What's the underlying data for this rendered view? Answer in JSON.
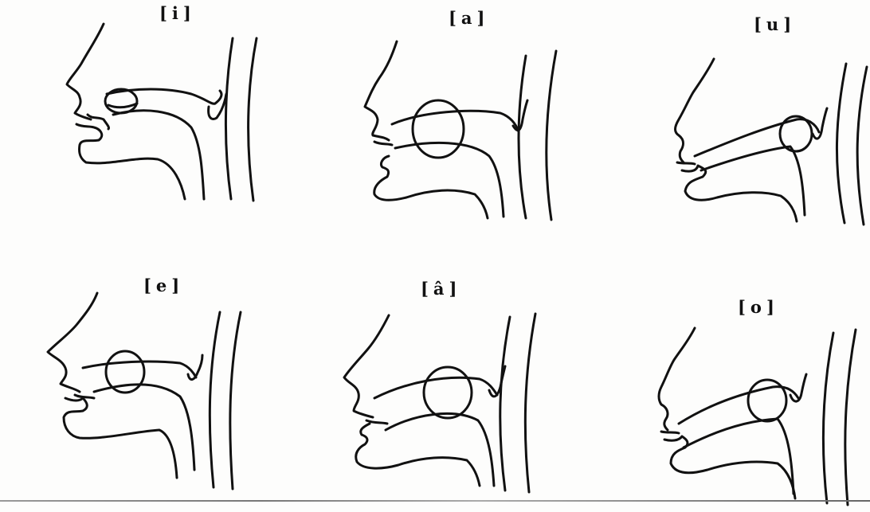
{
  "vowels": [
    {
      "symbol": "[i]"
    },
    {
      "symbol": "[a]"
    },
    {
      "symbol": "[u]"
    },
    {
      "symbol": "[e]"
    },
    {
      "symbol": "[â]"
    },
    {
      "symbol": "[o]"
    }
  ],
  "colors": {
    "ink": "#111111",
    "paper": "#fdfdfc"
  }
}
